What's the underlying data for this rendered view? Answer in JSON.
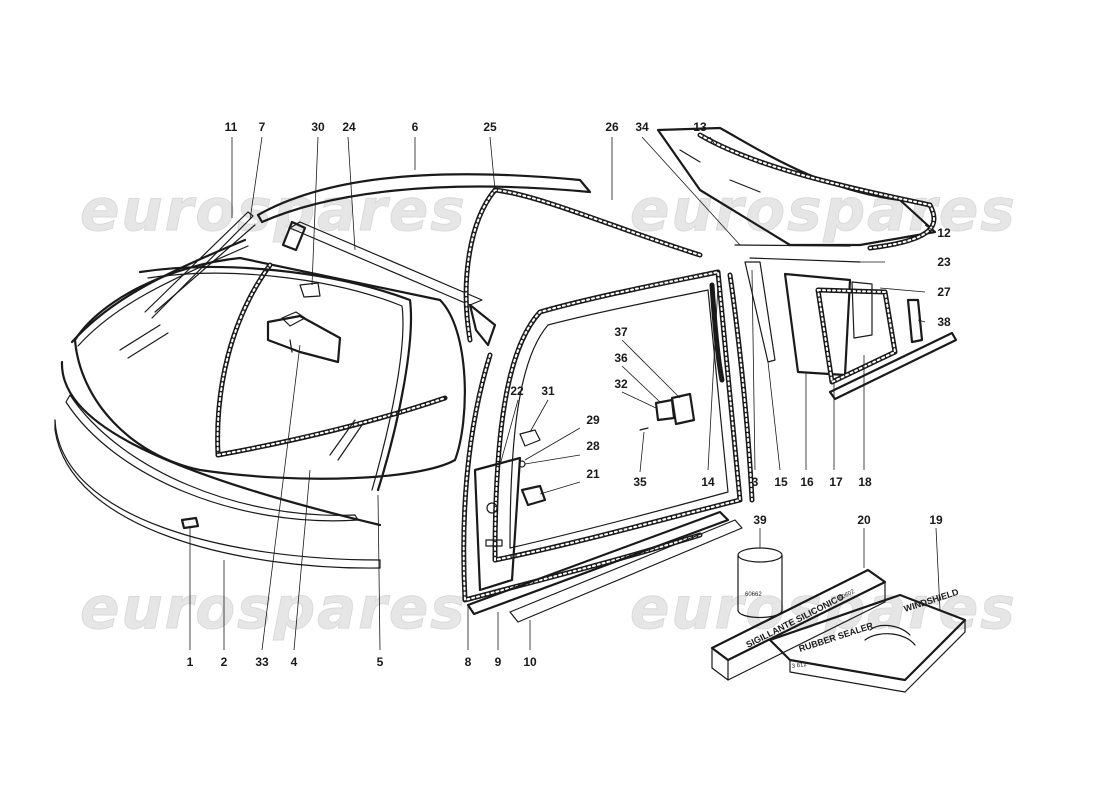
{
  "watermark": {
    "text": "eurospares"
  },
  "callouts": [
    {
      "id": "11",
      "label": "11"
    },
    {
      "id": "7",
      "label": "7"
    },
    {
      "id": "30",
      "label": "30"
    },
    {
      "id": "24",
      "label": "24"
    },
    {
      "id": "6",
      "label": "6"
    },
    {
      "id": "25",
      "label": "25"
    },
    {
      "id": "26",
      "label": "26"
    },
    {
      "id": "34",
      "label": "34"
    },
    {
      "id": "13",
      "label": "13"
    },
    {
      "id": "12",
      "label": "12"
    },
    {
      "id": "23",
      "label": "23"
    },
    {
      "id": "27",
      "label": "27"
    },
    {
      "id": "38",
      "label": "38"
    },
    {
      "id": "37",
      "label": "37"
    },
    {
      "id": "36",
      "label": "36"
    },
    {
      "id": "32",
      "label": "32"
    },
    {
      "id": "22",
      "label": "22"
    },
    {
      "id": "31",
      "label": "31"
    },
    {
      "id": "29",
      "label": "29"
    },
    {
      "id": "28",
      "label": "28"
    },
    {
      "id": "21",
      "label": "21"
    },
    {
      "id": "35",
      "label": "35"
    },
    {
      "id": "14",
      "label": "14"
    },
    {
      "id": "3",
      "label": "3"
    },
    {
      "id": "15",
      "label": "15"
    },
    {
      "id": "16",
      "label": "16"
    },
    {
      "id": "17",
      "label": "17"
    },
    {
      "id": "18",
      "label": "18"
    },
    {
      "id": "39",
      "label": "39"
    },
    {
      "id": "20",
      "label": "20"
    },
    {
      "id": "19",
      "label": "19"
    },
    {
      "id": "1",
      "label": "1"
    },
    {
      "id": "2",
      "label": "2"
    },
    {
      "id": "33",
      "label": "33"
    },
    {
      "id": "4",
      "label": "4"
    },
    {
      "id": "5",
      "label": "5"
    },
    {
      "id": "8",
      "label": "8"
    },
    {
      "id": "9",
      "label": "9"
    },
    {
      "id": "10",
      "label": "10"
    }
  ],
  "packages": {
    "tube_label": "SIGILLANTE SILICONICO",
    "tube_code": "60602",
    "box_label_1": "RUBBER SEALER",
    "box_label_2": "WINDSHIELD",
    "box_code": "3 612",
    "can_code": "60662"
  }
}
